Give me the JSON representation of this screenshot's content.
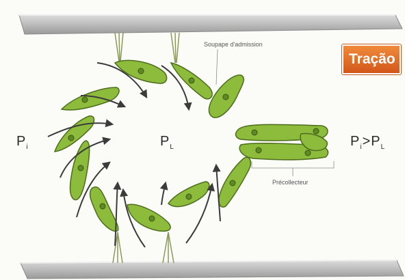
{
  "labels": {
    "pressure_outside": "P",
    "pressure_outside_sub": "i",
    "pressure_lumen": "P",
    "pressure_lumen_sub": "L",
    "relation_left": "P",
    "relation_left_sub": "i",
    "relation_symbol": ">",
    "relation_right": "P",
    "relation_right_sub": "L",
    "valve_label": "Soupape d'admission",
    "precollector_label": "Précollecteur",
    "traction_badge": "Tração"
  },
  "colors": {
    "cell_fill": "#8dbb3c",
    "cell_stroke": "#4c6d1c",
    "nucleus": "#5e8a24",
    "arrow": "#3b3b3b",
    "plate": "#bdbdbd",
    "badge": "#e06a28"
  },
  "icons": [
    "endothelial-cell",
    "flow-arrow",
    "anchoring-filament",
    "tissue-plate"
  ]
}
